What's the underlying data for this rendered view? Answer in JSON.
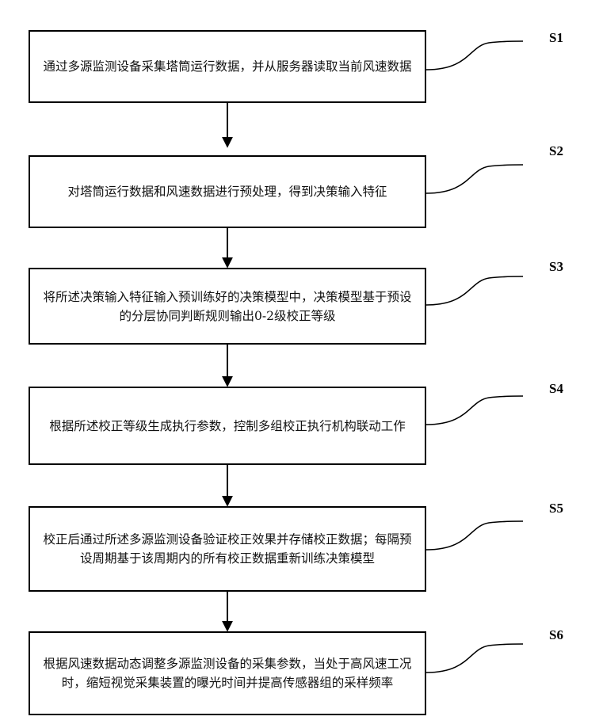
{
  "steps": [
    {
      "label": "S1",
      "text": "通过多源监测设备采集塔筒运行数据，并从服务器读取当前风速数据"
    },
    {
      "label": "S2",
      "text": "对塔筒运行数据和风速数据进行预处理，得到决策输入特征"
    },
    {
      "label": "S3",
      "text": "将所述决策输入特征输入预训练好的决策模型中，决策模型基于预设的分层协同判断规则输出0-2级校正等级"
    },
    {
      "label": "S4",
      "text": "根据所述校正等级生成执行参数，控制多组校正执行机构联动工作"
    },
    {
      "label": "S5",
      "text": "校正后通过所述多源监测设备验证校正效果并存储校正数据；每隔预设周期基于该周期内的所有校正数据重新训练决策模型"
    },
    {
      "label": "S6",
      "text": "根据风速数据动态调整多源监测设备的采集参数，当处于高风速工况时，缩短视觉采集装置的曝光时间并提高传感器组的采样频率"
    }
  ]
}
